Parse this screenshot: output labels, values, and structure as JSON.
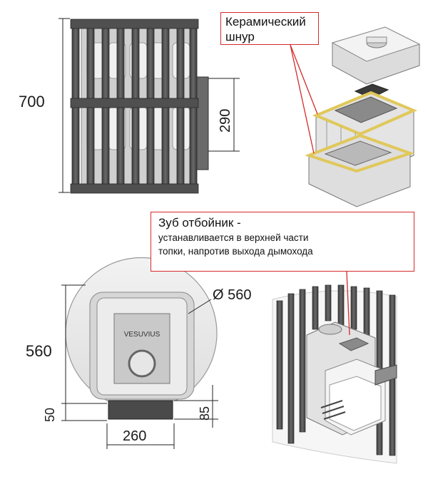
{
  "front_view": {
    "height_label": "700",
    "opening_label": "290"
  },
  "top_view": {
    "diameter_label": "Ø 560",
    "depth_label": "560",
    "base_offset_label": "50",
    "door_gap_label": "85",
    "door_width_label": "260",
    "door_plate_text": "VESUVIUS"
  },
  "callouts": {
    "ceramic_cord": "Керамический шнур",
    "tooth_title": "Зуб отбойник -",
    "tooth_line1": "устанавливается в верхней части",
    "tooth_line2": "топки, напротив выхода дымохода"
  },
  "colors": {
    "steel": "#555555",
    "steel_light": "#c8c8c8",
    "casting": "#d9d9d9",
    "cord": "#e0c85a",
    "callout_border": "#d52a2a",
    "round_body": "#ebebeb"
  }
}
